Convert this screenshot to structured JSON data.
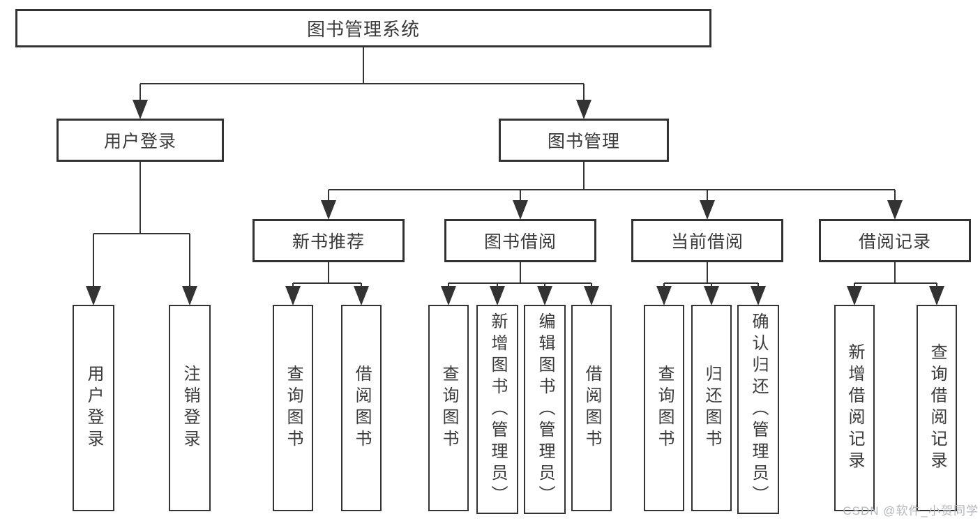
{
  "colors": {
    "line": "#333333",
    "box-border": "#333333",
    "text": "#3a3a3a",
    "watermark": "#b4b7bb",
    "bg": "#ffffff"
  },
  "watermark": {
    "text": "CSDN @软件_小贺同学"
  },
  "tree": {
    "root": {
      "label": "图书管理系统",
      "children": [
        {
          "label": "用户登录",
          "children": [
            {
              "label": "用户登录"
            },
            {
              "label": "注销登录"
            }
          ]
        },
        {
          "label": "图书管理",
          "children": [
            {
              "label": "新书推荐",
              "children": [
                {
                  "label": "查询图书"
                },
                {
                  "label": "借阅图书"
                }
              ]
            },
            {
              "label": "图书借阅",
              "children": [
                {
                  "label": "查询图书"
                },
                {
                  "label": "新增图书（管理员）"
                },
                {
                  "label": "编辑图书（管理员）"
                },
                {
                  "label": "借阅图书"
                }
              ]
            },
            {
              "label": "当前借阅",
              "children": [
                {
                  "label": "查询图书"
                },
                {
                  "label": "归还图书"
                },
                {
                  "label": "确认归还（管理员）"
                }
              ]
            },
            {
              "label": "借阅记录",
              "children": [
                {
                  "label": "新增借阅记录"
                },
                {
                  "label": "查询借阅记录"
                }
              ]
            }
          ]
        }
      ]
    }
  }
}
